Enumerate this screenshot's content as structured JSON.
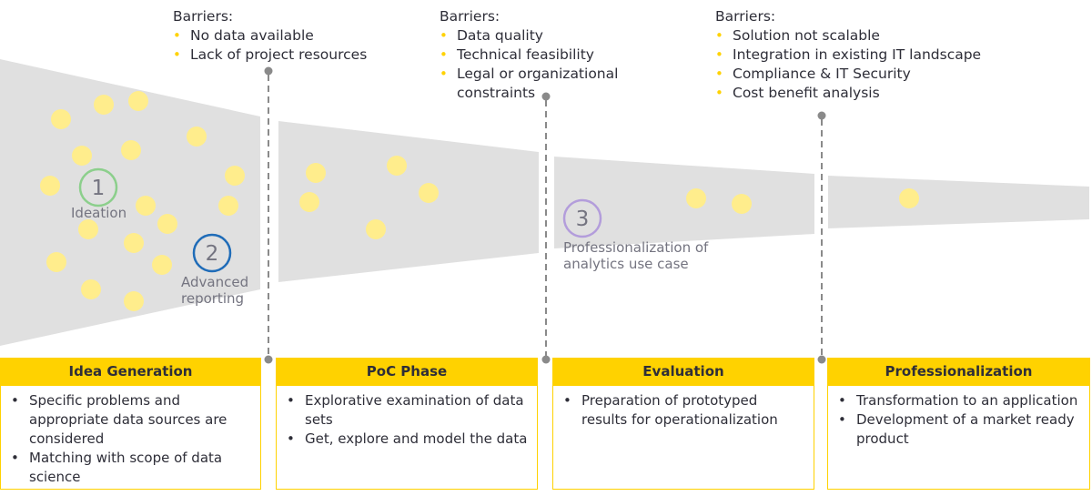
{
  "barriers": [
    {
      "title": "Barriers:",
      "items": [
        "No data available",
        "Lack of project resources"
      ]
    },
    {
      "title": "Barriers:",
      "items": [
        "Data quality",
        "Technical feasibility",
        "Legal or organizational constraints"
      ]
    },
    {
      "title": "Barriers:",
      "items": [
        "Solution not scalable",
        "Integration in existing IT landscape",
        "Compliance & IT Security",
        "Cost benefit analysis"
      ]
    }
  ],
  "markers": [
    {
      "number": "1",
      "label": "Ideation",
      "color": "#8ccf8c"
    },
    {
      "number": "2",
      "label": "Advanced reporting",
      "color": "#1f6cb8"
    },
    {
      "number": "3",
      "label": "Professionalization of analytics use case",
      "color": "#b39ddb"
    }
  ],
  "phases": [
    {
      "title": "Idea Generation",
      "items": [
        "Specific problems and appropriate data sources are considered",
        "Matching with scope of data science"
      ]
    },
    {
      "title": "PoC Phase",
      "items": [
        "Explorative examination of data sets",
        "Get, explore and model the data"
      ]
    },
    {
      "title": "Evaluation",
      "items": [
        "Preparation of prototyped results for operationalization"
      ]
    },
    {
      "title": "Professionalization",
      "items": [
        "Transformation to an application",
        "Development of a market ready product"
      ]
    }
  ],
  "colors": {
    "accent_yellow": "#ffd200",
    "dot_yellow": "#ffed8c",
    "funnel_gray": "#e0e0e0",
    "dashed_line": "#8a8a8a",
    "text_dark": "#2e2e38",
    "text_gray": "#747480"
  }
}
